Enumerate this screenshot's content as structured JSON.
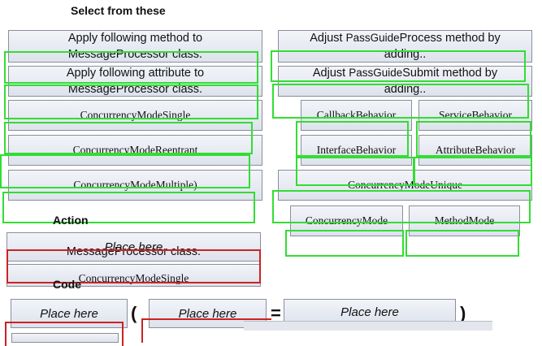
{
  "heading_select": "Select  from these",
  "heading_action": "Action",
  "heading_code": "Code",
  "left_options": [
    {
      "line1": "Apply following method to",
      "line2": "MessageProcessor class."
    },
    {
      "line1": "Apply following attribute to",
      "line2": "MessageProcessor class."
    },
    {
      "label": "ConcurrencyModeSingle"
    },
    {
      "label": "ConcurrencyModeReentrant"
    },
    {
      "label": "ConcurrencyModeMultiple)"
    }
  ],
  "right_options": [
    {
      "pre": "Adjust ",
      "brand": "PassGuide",
      "post": "Process method by",
      "line2": "adding.."
    },
    {
      "pre": "Adjust ",
      "brand": "PassGuide",
      "post": "Submit method by",
      "line2": "adding.."
    },
    {
      "label": "CallbackBehavior"
    },
    {
      "label": "ServiceBehavior"
    },
    {
      "label": "InterfaceBehavior"
    },
    {
      "label": "AttributeBehavior"
    },
    {
      "label": "ConcurrencyModeUnique"
    },
    {
      "label": "ConcurrencyMode"
    },
    {
      "label": "MethodMode"
    }
  ],
  "action": {
    "placeholder": "Place here",
    "dropped_1": "MessageProcessor class.",
    "dropped_2": "ConcurrencyModeSingle"
  },
  "code": {
    "slot1": "Place here",
    "open_paren": "(",
    "slot2": "Place here",
    "equals": "=",
    "slot3": "Place here",
    "close_paren": ")"
  },
  "colors": {
    "highlight_green": "#33dd33",
    "highlight_red": "#cc2222"
  }
}
